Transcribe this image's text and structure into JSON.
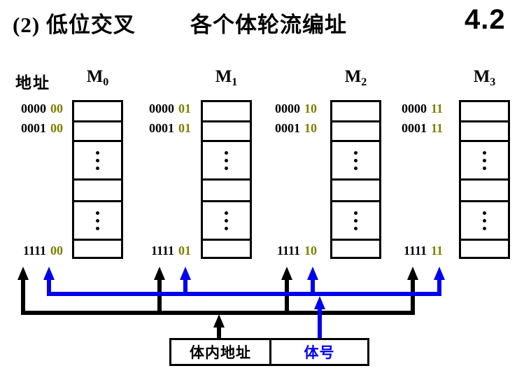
{
  "title": {
    "part1": "(2) 低位交叉",
    "part2": "各个体轮流编址",
    "section": "4.2"
  },
  "address_header": "地址",
  "banks": [
    {
      "label": "M",
      "subscript": "0",
      "addresses": [
        {
          "body": "0000",
          "bank_bits": "00"
        },
        {
          "body": "0001",
          "bank_bits": "00"
        },
        {
          "body": "1111",
          "bank_bits": "00"
        }
      ]
    },
    {
      "label": "M",
      "subscript": "1",
      "addresses": [
        {
          "body": "0000",
          "bank_bits": "01"
        },
        {
          "body": "0001",
          "bank_bits": "01"
        },
        {
          "body": "1111",
          "bank_bits": "01"
        }
      ]
    },
    {
      "label": "M",
      "subscript": "2",
      "addresses": [
        {
          "body": "0000",
          "bank_bits": "10"
        },
        {
          "body": "0001",
          "bank_bits": "10"
        },
        {
          "body": "1111",
          "bank_bits": "10"
        }
      ]
    },
    {
      "label": "M",
      "subscript": "3",
      "addresses": [
        {
          "body": "0000",
          "bank_bits": "11"
        },
        {
          "body": "0001",
          "bank_bits": "11"
        },
        {
          "body": "1111",
          "bank_bits": "11"
        }
      ]
    }
  ],
  "decoder_box": {
    "left_label": "体内地址",
    "right_label": "体号"
  },
  "colors": {
    "bank_bits_text": "#7f7f00",
    "bank_number_blue": "#0000ee",
    "line_black": "#000000"
  }
}
